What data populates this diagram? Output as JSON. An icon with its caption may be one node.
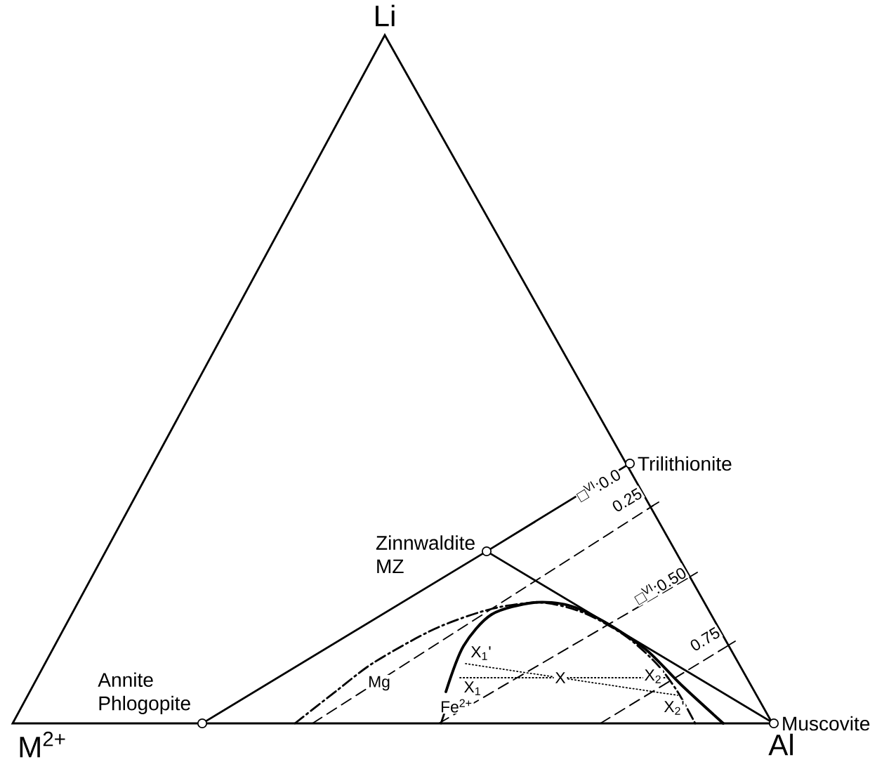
{
  "diagram": {
    "nodes": [
      {
        "text": [
          "Trilithionite"
        ]
      },
      {
        "text": [
          "Zinnwaldite",
          "MZ"
        ]
      },
      {
        "text": [
          "Annite",
          "Phlogopite"
        ]
      },
      {
        "text": [
          "Muscovite"
        ]
      }
    ],
    "edges": [
      {
        "from": 2,
        "to": 1,
        "arrow": "none"
      },
      {
        "from": 1,
        "to": 0,
        "arrow": "none"
      },
      {
        "from": 1,
        "to": 3,
        "arrow": "none"
      }
    ],
    "labels": [
      "Li",
      "M$^{2+}$",
      "Al",
      "□$^{VI}$:0.0",
      "0.25",
      "□$^{VI}$:0.50",
      "0.75",
      "Mg",
      "Fe$^{2+}$",
      "X$_{1}$'",
      "X$_{1}$",
      "X",
      "X$_{2}$",
      "X$_{2}$'"
    ]
  }
}
